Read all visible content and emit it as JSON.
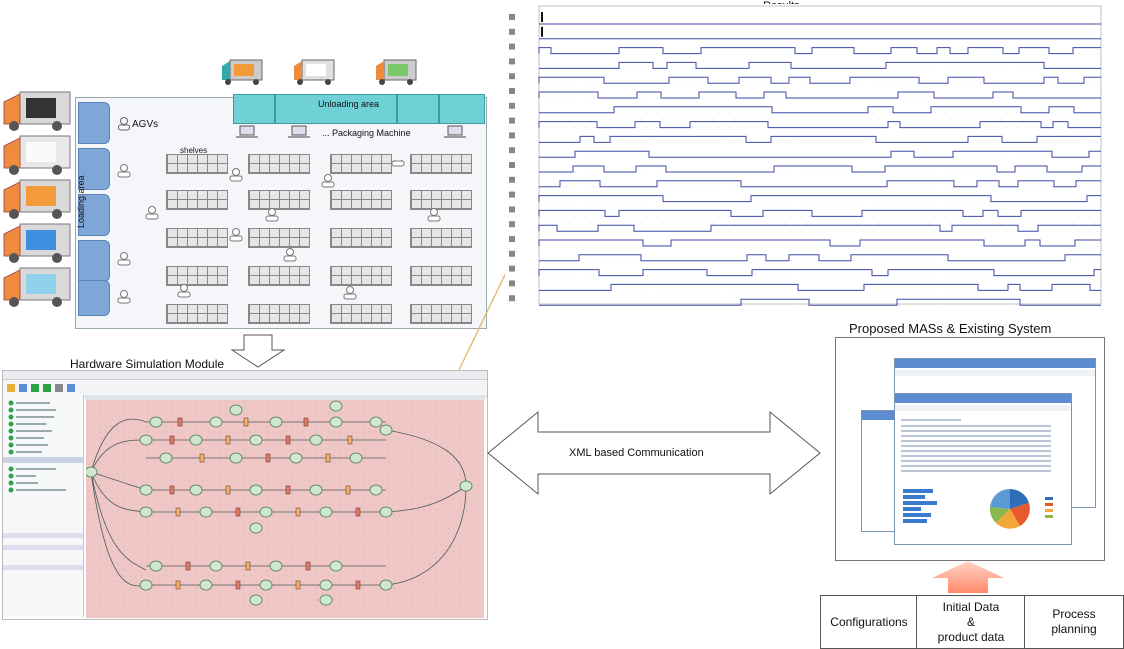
{
  "warehouse": {
    "agvs_label": "AGVs",
    "unloading_label": "Unloading area",
    "packaging_label": "... Packaging Machine",
    "shelves_label": "shelves",
    "loading_label": "Loading area"
  },
  "results": {
    "title": "Results"
  },
  "hardware_sim": {
    "title": "Hardware Simulation Module"
  },
  "mas": {
    "title": "Proposed MASs &  Existing System"
  },
  "comm": {
    "label": "XML based Communication"
  },
  "bottom": {
    "configurations": "Configurations",
    "initial_data_line1": "Initial Data",
    "initial_data_line2": "&",
    "initial_data_line3": "product data",
    "process_line1": "Process",
    "process_line2": "planning"
  },
  "colors": {
    "accent_arrow": "#ff9a7a",
    "unload": "#6fd0d6",
    "loading": "#7ea7d8",
    "signal": "#3b4aa8",
    "petri_bg": "#f0c7c7"
  }
}
